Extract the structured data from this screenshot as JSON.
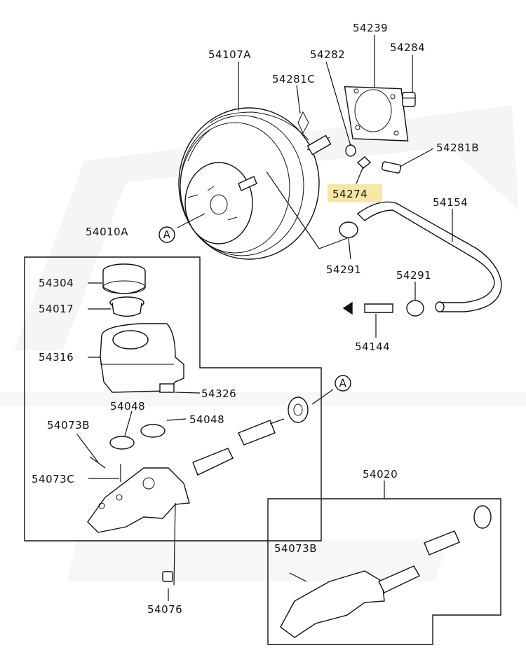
{
  "parts": {
    "p54239": "54239",
    "p54284": "54284",
    "p54107A": "54107A",
    "p54282": "54282",
    "p54281C": "54281C",
    "p54281B": "54281B",
    "p54274": "54274",
    "p54154": "54154",
    "p54010A": "54010A",
    "p54291a": "54291",
    "p54291b": "54291",
    "p54304": "54304",
    "p54017": "54017",
    "p54316": "54316",
    "p54326": "54326",
    "p54144": "54144",
    "p54048a": "54048",
    "p54048b": "54048",
    "p54073Ba": "54073B",
    "p54073C": "54073C",
    "p54020": "54020",
    "p54073Bb": "54073B",
    "p54076": "54076"
  },
  "refs": {
    "ref_a1": "A",
    "ref_a2": "A"
  },
  "highlighted_part": "54274",
  "colors": {
    "highlight": "#f5e7a6",
    "ink": "#111111",
    "watermark": "#f1f1f1"
  }
}
